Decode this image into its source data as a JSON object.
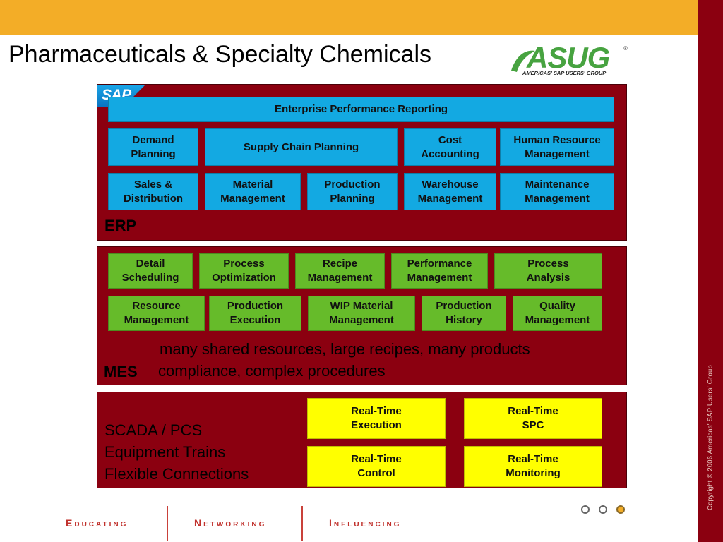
{
  "slide": {
    "title": "Pharmaceuticals & Specialty Chemicals",
    "logo_text": "ASUG",
    "logo_registered": "®",
    "logo_subtitle": "AMERICAS' SAP USERS' GROUP",
    "copyright": "Copyright © 2006 Americas' SAP Users' Group"
  },
  "erp": {
    "sap_logo": "SAP",
    "label": "ERP",
    "top_bar": "Enterprise Performance Reporting",
    "row1": [
      "Demand\nPlanning",
      "Supply Chain Planning",
      "Cost\nAccounting",
      "Human Resource\nManagement"
    ],
    "row2": [
      "Sales &\nDistribution",
      "Material\nManagement",
      "Production\nPlanning",
      "Warehouse\nManagement",
      "Maintenance\nManagement"
    ]
  },
  "mes": {
    "label": "MES",
    "row1": [
      "Detail\nScheduling",
      "Process\nOptimization",
      "Recipe\nManagement",
      "Performance\nManagement",
      "Process\nAnalysis"
    ],
    "row2": [
      "Resource\nManagement",
      "Production\nExecution",
      "WIP Material\nManagement",
      "Production\nHistory",
      "Quality\nManagement"
    ],
    "desc_line1": "many shared resources, large recipes, many products",
    "desc_line2": "compliance, complex procedures"
  },
  "scada": {
    "lines": [
      "SCADA / PCS",
      "Equipment Trains",
      "Flexible Connections"
    ],
    "boxes": [
      "Real-Time\nExecution",
      "Real-Time\nSPC",
      "Real-Time\nControl",
      "Real-Time\nMonitoring"
    ]
  },
  "footer": {
    "words": [
      {
        "first": "E",
        "rest": "DUCATING"
      },
      {
        "first": "N",
        "rest": "ETWORKING"
      },
      {
        "first": "I",
        "rest": "NFLUENCING"
      }
    ]
  },
  "colors": {
    "panel": "#8b0010",
    "erp_box": "#13a9e2",
    "mes_box": "#66bb2a",
    "scada_box": "#ffff00",
    "band": "#f3ad27"
  }
}
